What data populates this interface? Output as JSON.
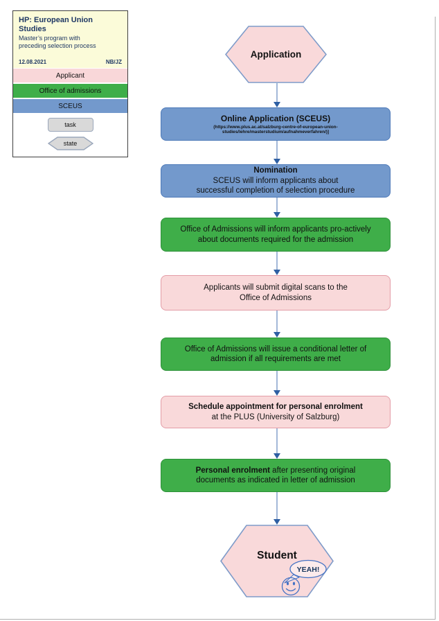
{
  "legend": {
    "title": "HP: European Union Studies",
    "subtitle": "Master’s program with\npreceding selection process",
    "date": "12.08.2021",
    "initials": "NB/JZ",
    "rows": [
      {
        "label": "Applicant",
        "color": "#f9d7d9"
      },
      {
        "label": "Office of admissions",
        "color": "#3fae49"
      },
      {
        "label": "SCEUS",
        "color": "#7399cc"
      }
    ],
    "task_label": "task",
    "state_label": "state"
  },
  "flow": {
    "start": {
      "label": "Application"
    },
    "nodes": [
      {
        "type": "sceus-task",
        "title": "Online Application (SCEUS)",
        "body": "(https://www.plus.ac.at/salzburg-centre-of-european-union-studies/lehre/masterstudium/aufnahmeverfahren/)]"
      },
      {
        "type": "sceus-task",
        "title": "Nomination",
        "body": "SCEUS will inform applicants about\nsuccessful completion of selection procedure"
      },
      {
        "type": "office-task",
        "body": "Office of Admissions will inform applicants pro-actively\nabout documents required for the admission"
      },
      {
        "type": "applicant-task",
        "body": "Applicants will submit digital scans to the\nOffice of Admissions"
      },
      {
        "type": "office-task",
        "body": "Office of Admissions will issue a conditional letter of\nadmission if all requirements are met"
      },
      {
        "type": "applicant-task",
        "title": "Schedule appointment for personal enrolment",
        "body": "at the PLUS (University of Salzburg)"
      },
      {
        "type": "office-task",
        "title": "Personal enrolment",
        "body": " after presenting original\ndocuments as indicated in letter of admission"
      }
    ],
    "end": {
      "label": "Student",
      "bubble": "YEAH!"
    }
  },
  "colors": {
    "applicant_pink": "#f9d9da",
    "office_green": "#3fae49",
    "sceus_blue": "#7399cc",
    "legend_yellow": "#fbfbd9",
    "navy_text": "#1f3864",
    "arrow_head": "#2e5fa3",
    "arrow_line": "#a3b8d8",
    "hex_border": "#7e9bc9",
    "state_gray": "#d9d9d9"
  }
}
